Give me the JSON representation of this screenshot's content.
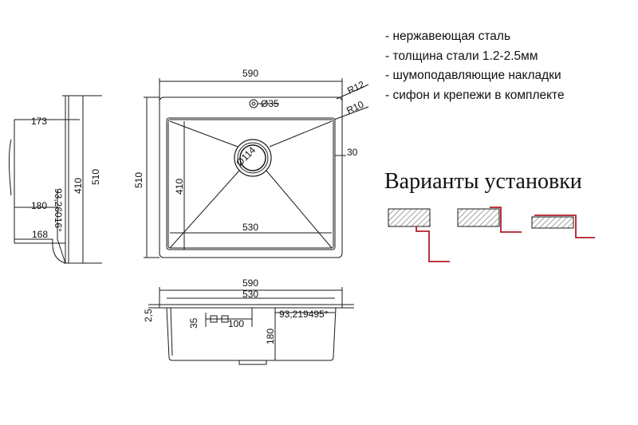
{
  "features": [
    "- нержавеющая сталь",
    "- толщина стали 1.2-2.5мм",
    "- шумоподавляющие накладки",
    "- сифон и крепежи в комплекте"
  ],
  "variants_title": "Варианты установки",
  "top_view": {
    "outer_width": "590",
    "outer_height": "510",
    "bowl_width": "530",
    "bowl_height": "410",
    "corner_outer": "R12",
    "corner_inner": "R10",
    "overflow_hole": "Ø35",
    "drain": "Ø114",
    "edge_offset": "30"
  },
  "side_view": {
    "depth_top": "173",
    "height_bowl": "410",
    "height_outer": "510",
    "depth_mid": "180",
    "depth_bottom": "168",
    "angle": "93,26016°"
  },
  "front_view": {
    "outer_width": "590",
    "bowl_width": "530",
    "rim": "2,5",
    "overflow_height": "35",
    "overflow_length": "100",
    "depth": "180",
    "angle": "93,219495°"
  },
  "colors": {
    "line": "#1a1a1a",
    "pipe": "#b01e2a",
    "hatch": "#8a8a8a"
  }
}
